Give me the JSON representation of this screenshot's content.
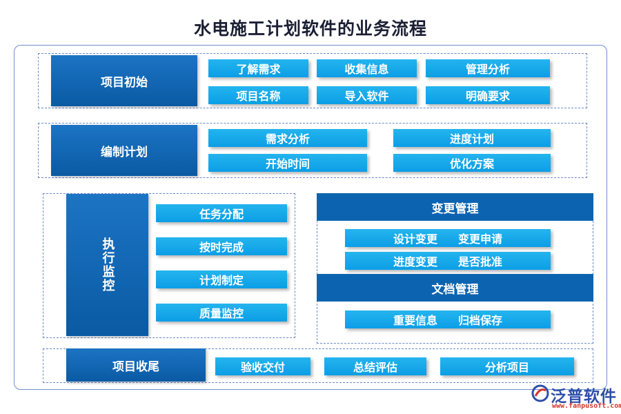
{
  "title": "水电施工计划软件的业务流程",
  "sections": {
    "start": {
      "label": "项目初始",
      "items": [
        "了解需求",
        "收集信息",
        "管理分析",
        "项目名称",
        "导入软件",
        "明确要求"
      ]
    },
    "plan": {
      "label": "编制计划",
      "items": [
        "需求分析",
        "进度计划",
        "开始时间",
        "优化方案"
      ]
    },
    "execute": {
      "label": "执行监控",
      "items": [
        "任务分配",
        "按时完成",
        "计划制定",
        "质量监控"
      ]
    },
    "change": {
      "label": "变更管理",
      "rows": [
        [
          "设计变更",
          "变更申请"
        ],
        [
          "进度变更",
          "是否批准"
        ]
      ]
    },
    "docs": {
      "label": "文档管理",
      "rows": [
        [
          "重要信息",
          "归档保存"
        ]
      ]
    },
    "close": {
      "label": "项目收尾",
      "items": [
        "验收交付",
        "总结评估",
        "分析项目"
      ]
    }
  },
  "logo": {
    "name": "泛普软件",
    "url": "www.fanpusoft.com"
  },
  "colors": {
    "head": "#0a5aa3",
    "pill": "#12a8ea",
    "dash": "#6a88c8"
  }
}
